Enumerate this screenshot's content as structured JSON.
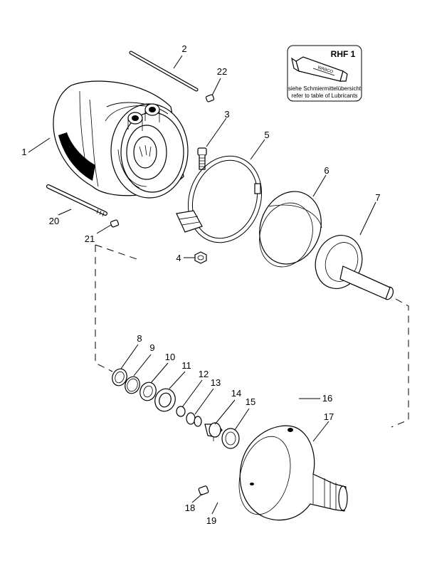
{
  "lubricant_box": {
    "code": "RHF 1",
    "tube_brand": "WABCO",
    "line1": "siehe Schmiermittelübersicht",
    "line2": "refer to table of Lubricants"
  },
  "callouts": [
    {
      "id": "c1",
      "text": "1"
    },
    {
      "id": "c2",
      "text": "2"
    },
    {
      "id": "c3",
      "text": "3"
    },
    {
      "id": "c4",
      "text": "4"
    },
    {
      "id": "c5",
      "text": "5"
    },
    {
      "id": "c6",
      "text": "6"
    },
    {
      "id": "c7",
      "text": "7"
    },
    {
      "id": "c8",
      "text": "8"
    },
    {
      "id": "c9",
      "text": "9"
    },
    {
      "id": "c10",
      "text": "10"
    },
    {
      "id": "c11",
      "text": "11"
    },
    {
      "id": "c12",
      "text": "12"
    },
    {
      "id": "c13",
      "text": "13"
    },
    {
      "id": "c14",
      "text": "14"
    },
    {
      "id": "c15",
      "text": "15"
    },
    {
      "id": "c16",
      "text": "16"
    },
    {
      "id": "c17",
      "text": "17"
    },
    {
      "id": "c18",
      "text": "18"
    },
    {
      "id": "c19",
      "text": "19"
    },
    {
      "id": "c20",
      "text": "20"
    },
    {
      "id": "c21",
      "text": "21"
    },
    {
      "id": "c22",
      "text": "22"
    }
  ]
}
